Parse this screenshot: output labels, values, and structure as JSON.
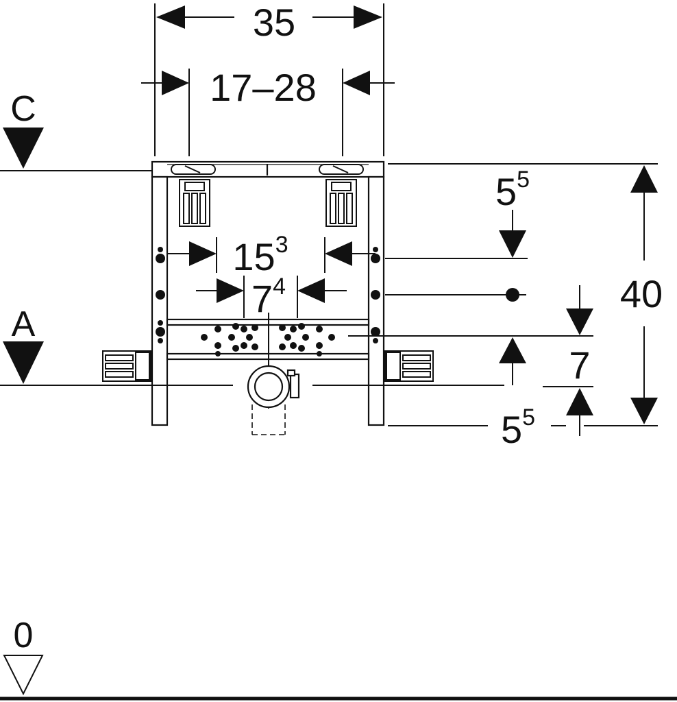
{
  "dimensions": {
    "total_width": "35",
    "adjustable_width": "17–28",
    "inner_width_main": "15",
    "inner_width_sup": "3",
    "center_width_main": "7",
    "center_width_sup": "4",
    "total_height": "40",
    "top_offset_main": "5",
    "top_offset_sup": "5",
    "bottom_offset_main": "5",
    "bottom_offset_sup": "5",
    "drain_height": "7"
  },
  "levels": {
    "c": "C",
    "a": "A",
    "floor": "0"
  },
  "colors": {
    "line": "#111111",
    "background": "#ffffff"
  }
}
